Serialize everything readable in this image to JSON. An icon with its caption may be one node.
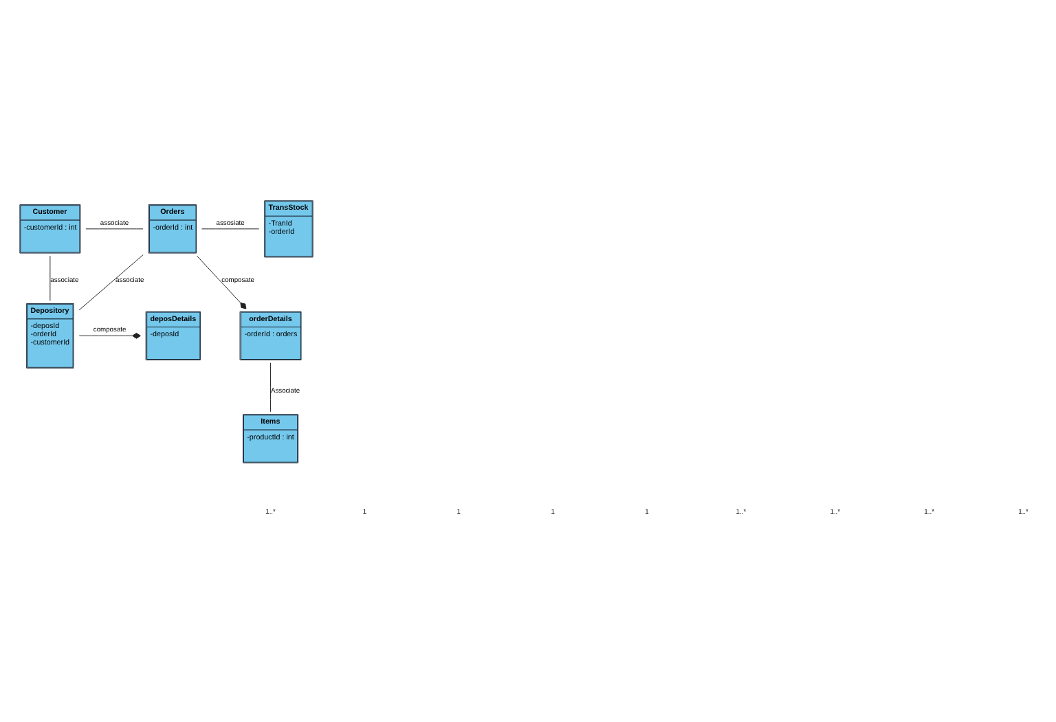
{
  "diagram": {
    "nodes": [
      {
        "text": [
          "Customer",
          "-customerId : int"
        ]
      },
      {
        "text": [
          "Orders",
          "-orderId : int"
        ]
      },
      {
        "text": [
          "TransStock",
          "-TranId",
          "-orderId"
        ]
      },
      {
        "text": [
          "Depository",
          "-deposId",
          "-orderId",
          "-customerId"
        ]
      },
      {
        "text": [
          "deposDetails",
          "-deposId"
        ]
      },
      {
        "text": [
          "orderDetails",
          "-orderId : orders"
        ]
      },
      {
        "text": [
          "Items",
          "-productId : int"
        ]
      }
    ],
    "edges": [
      {
        "from": 0,
        "to": 1,
        "arrow": "none",
        "label": "associate"
      },
      {
        "from": 1,
        "to": 2,
        "arrow": "none",
        "label": "assosiate"
      },
      {
        "from": 0,
        "to": 3,
        "arrow": "none",
        "label": "associate"
      },
      {
        "from": 3,
        "to": 1,
        "arrow": "none",
        "label": "associate"
      },
      {
        "from": 3,
        "to": 4,
        "arrow": "other",
        "label": "composate"
      },
      {
        "from": 1,
        "to": 5,
        "arrow": "other",
        "label": "composate"
      },
      {
        "from": 5,
        "to": 6,
        "arrow": "none",
        "label": "Associate"
      }
    ],
    "labels": [
      "1..*",
      "1",
      "1",
      "1",
      "1",
      "1..*",
      "1..*",
      "1..*",
      "1..*"
    ]
  }
}
